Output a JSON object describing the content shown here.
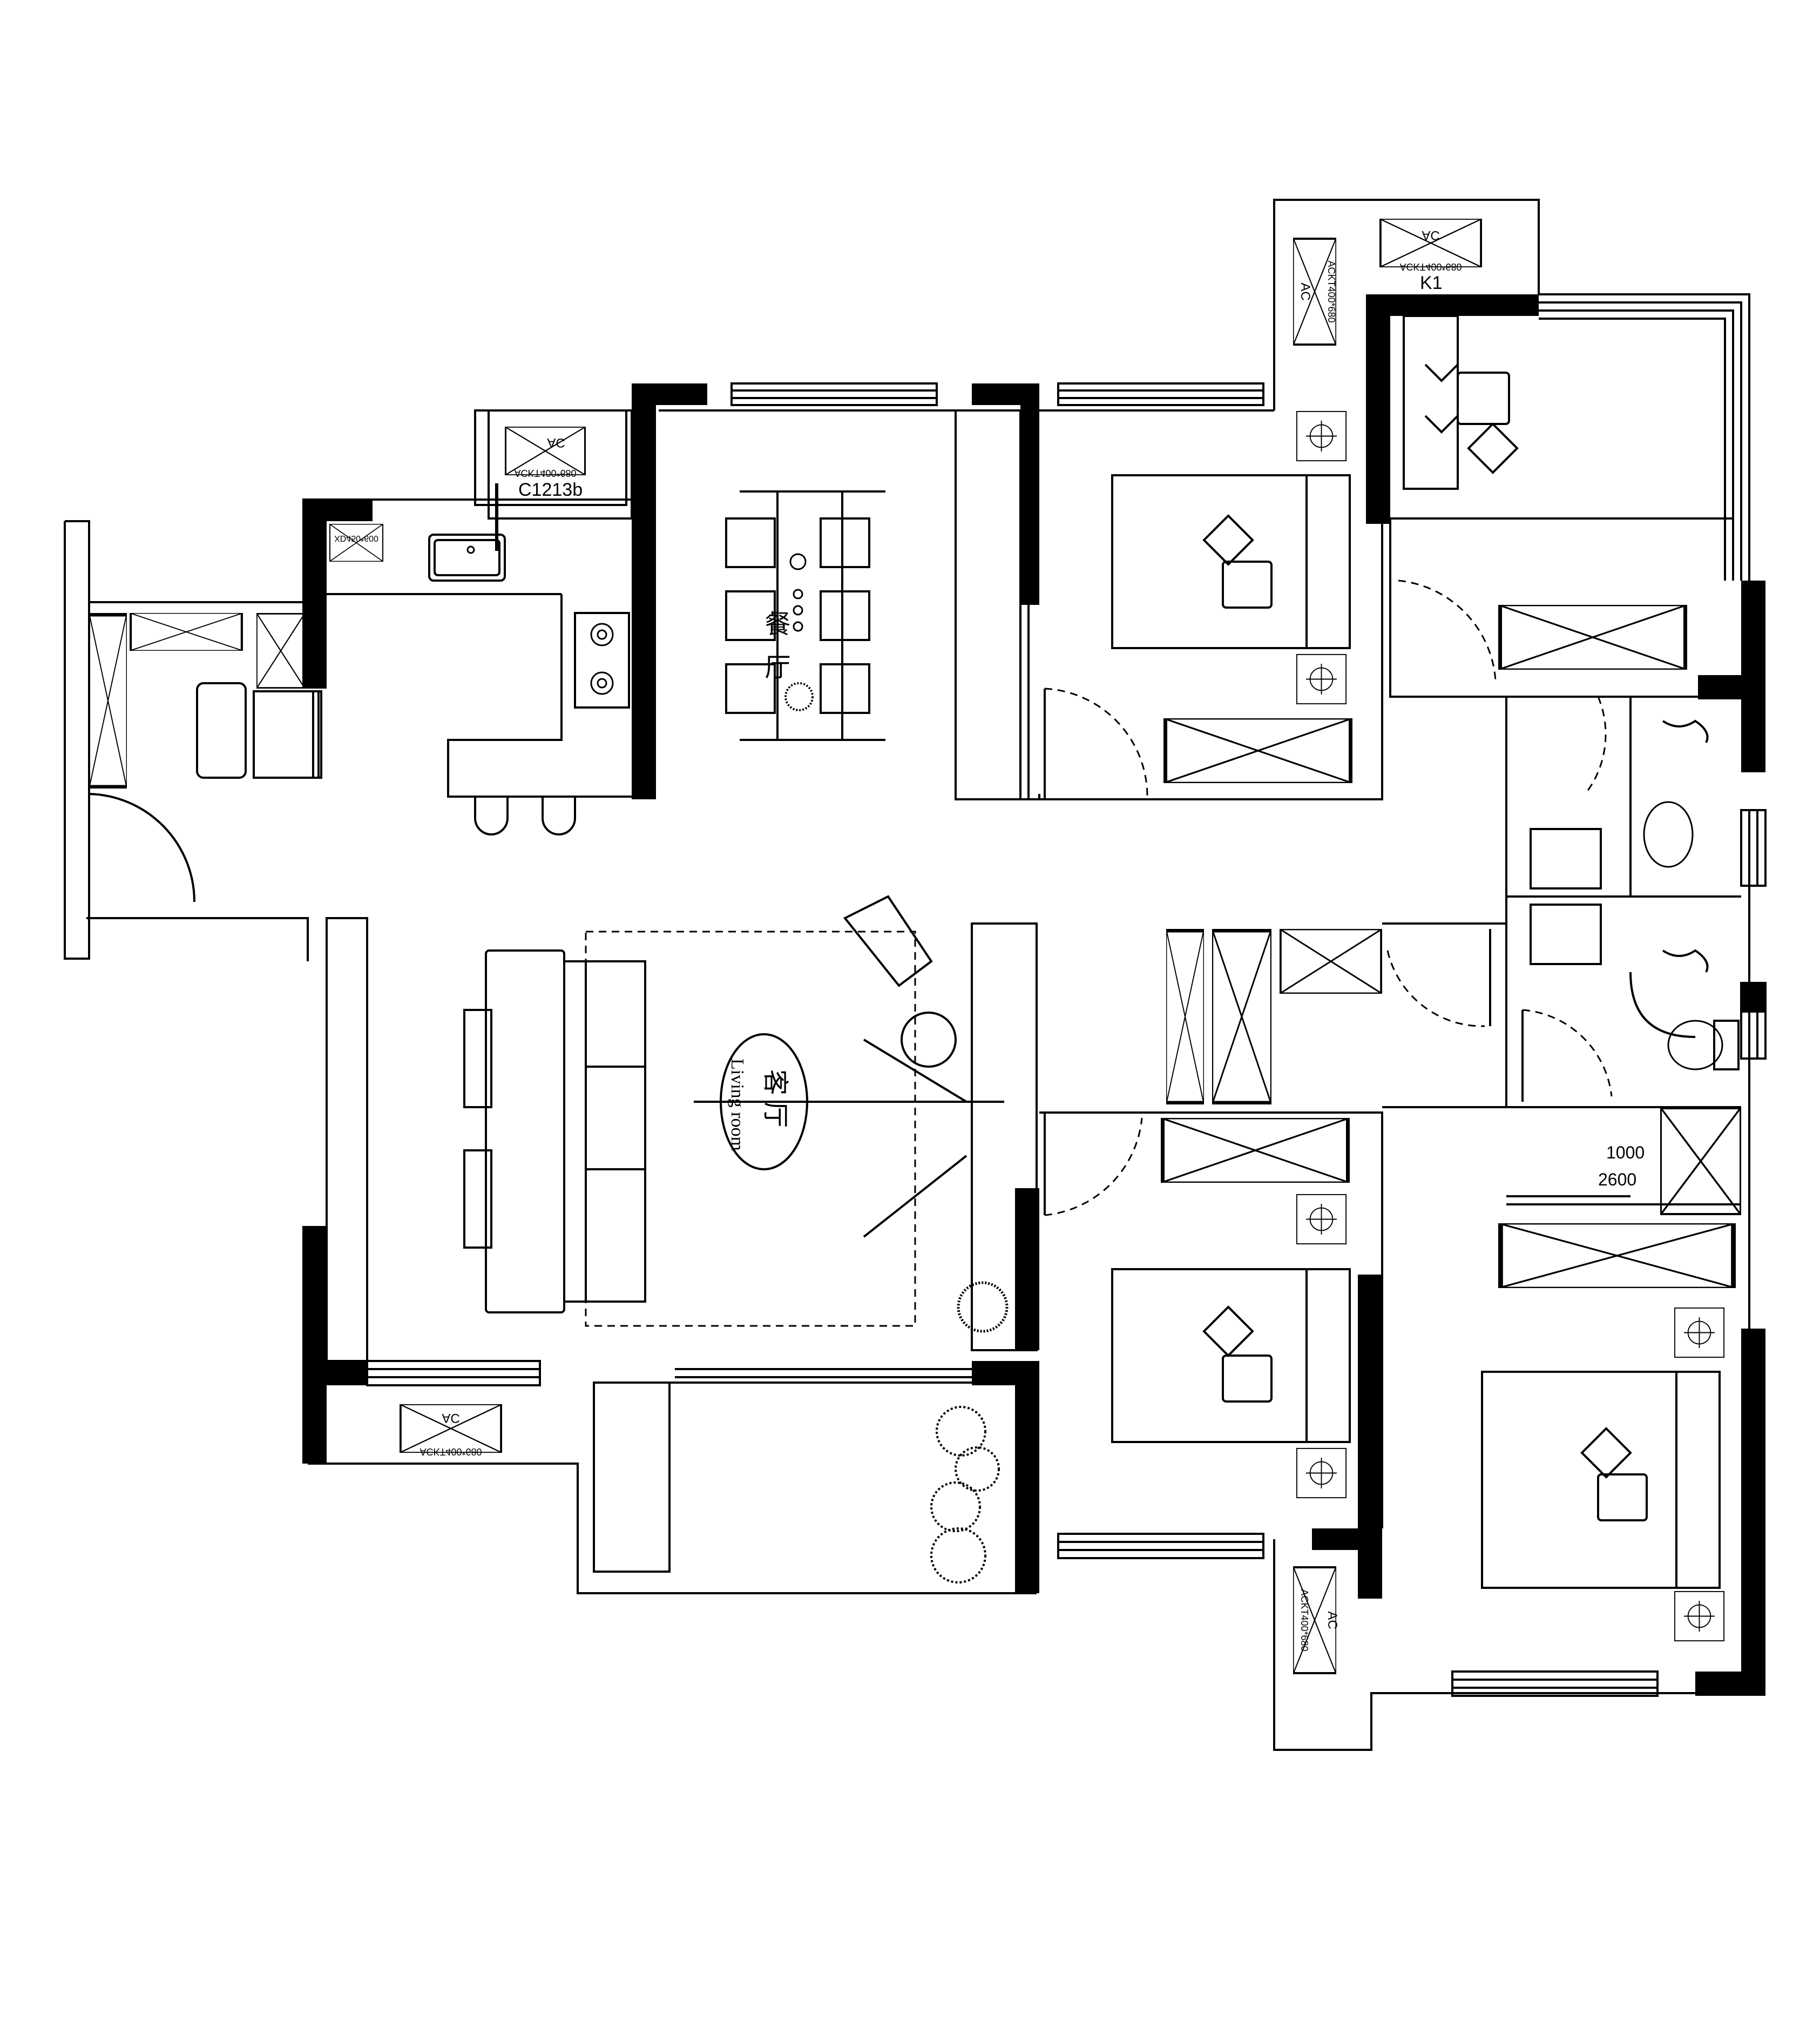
{
  "rooms": {
    "dining": {
      "zh": "餐 厅"
    },
    "living": {
      "zh": "客 厅",
      "en": "Living room"
    }
  },
  "tags": {
    "window_kitchen": "C1213b",
    "window_balcony_top": "K1",
    "dimension_a": "1000",
    "dimension_b": "2600"
  },
  "ac_units": {
    "label": "AC",
    "spec": "ACKT400*680",
    "spec_alt": "ACKT400*680",
    "kitchen_hood": "XD450*600"
  },
  "colors": {
    "wall": "#000000",
    "line": "#000000",
    "background": "#ffffff"
  }
}
